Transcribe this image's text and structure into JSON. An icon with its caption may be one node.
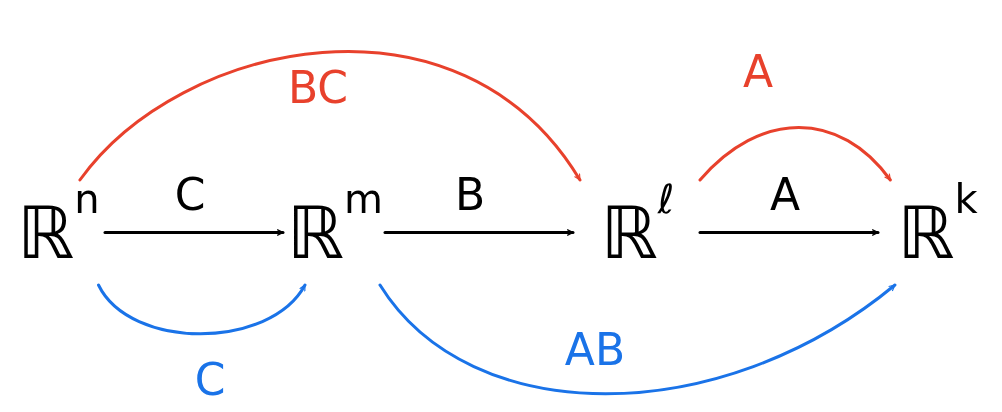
{
  "diagram": {
    "nodes": [
      {
        "text": [
          "ℝ$^{n}$"
        ]
      },
      {
        "text": [
          "ℝ$^{m}$"
        ]
      },
      {
        "text": [
          "ℝ$^{ℓ}$"
        ]
      },
      {
        "text": [
          "ℝ$^{k}$"
        ]
      }
    ],
    "edges": [
      {
        "from": 0,
        "to": 1,
        "arrow": "to",
        "label": "C"
      },
      {
        "from": 1,
        "to": 2,
        "arrow": "to",
        "label": "B"
      },
      {
        "from": 2,
        "to": 3,
        "arrow": "to",
        "label": "A"
      },
      {
        "from": 0,
        "to": 2,
        "arrow": "to",
        "label": "BC",
        "color": "#e8412c"
      },
      {
        "from": 2,
        "to": 3,
        "arrow": "to",
        "label": "A",
        "color": "#e8412c"
      },
      {
        "from": 0,
        "to": 1,
        "arrow": "to",
        "label": "C",
        "color": "#1a73e8"
      },
      {
        "from": 1,
        "to": 3,
        "arrow": "to",
        "label": "AB",
        "color": "#1a73e8"
      }
    ]
  }
}
